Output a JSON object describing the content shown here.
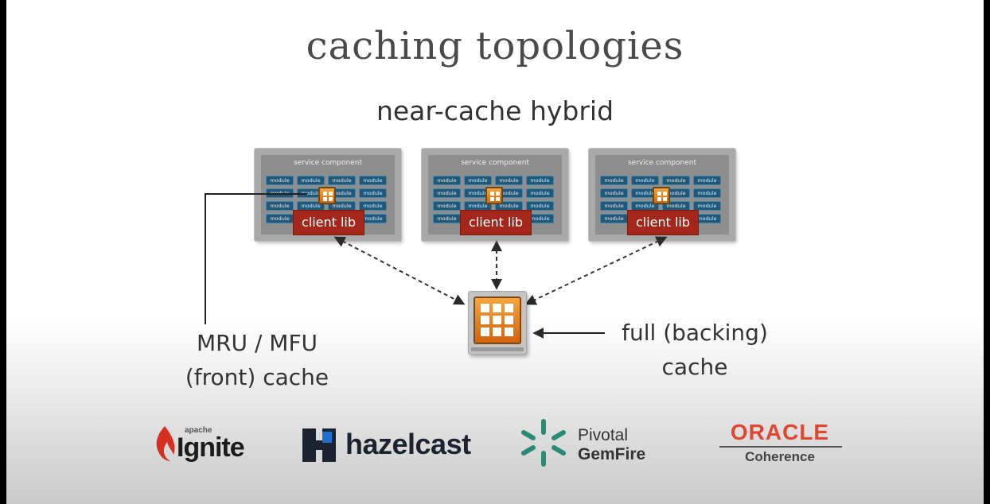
{
  "slide": {
    "title": "caching topologies",
    "subtitle": "near-cache hybrid"
  },
  "components": [
    {
      "title": "service component",
      "client_label": "client lib"
    },
    {
      "title": "service component",
      "client_label": "client lib"
    },
    {
      "title": "service component",
      "client_label": "client lib"
    }
  ],
  "module_label": "module",
  "labels": {
    "front_cache_line1": "MRU / MFU",
    "front_cache_line2": "(front) cache",
    "backing_cache_line1": "full (backing)",
    "backing_cache_line2": "cache"
  },
  "logos": {
    "ignite_small": "apache",
    "ignite_main": "Ignite",
    "hazelcast": "hazelcast",
    "gemfire_top": "Pivotal",
    "gemfire_bottom": "GemFire",
    "oracle_top": "ORACLE",
    "oracle_bottom": "Coherence"
  },
  "colors": {
    "module_blue": "#1f5878",
    "client_lib_red": "#a5271b",
    "cache_orange": "#f08a20",
    "oracle_red": "#e0452f",
    "gemfire_teal": "#2a8a77",
    "hazelcast_dark": "#1b2230",
    "ignite_red": "#d62e20"
  }
}
